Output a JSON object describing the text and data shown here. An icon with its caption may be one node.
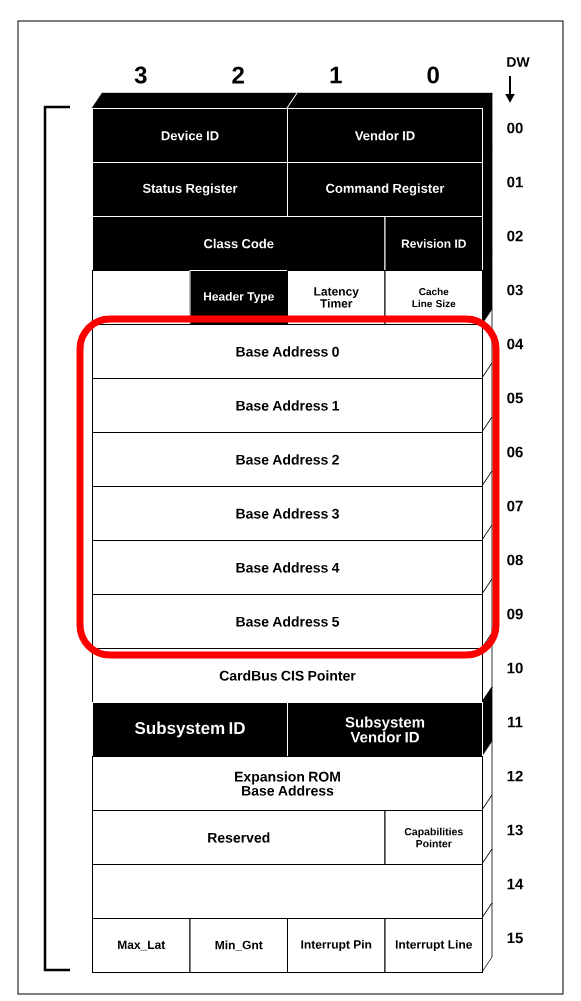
{
  "diagram": {
    "nodes": [
      {
        "text": [
          "Device ID"
        ]
      },
      {
        "text": [
          "Vendor ID"
        ]
      },
      {
        "text": [
          "Status Register"
        ]
      },
      {
        "text": [
          "Command Register"
        ]
      },
      {
        "text": [
          "Class Code"
        ]
      },
      {
        "text": [
          "Revision ID"
        ]
      },
      {
        "text": [],
        "shape": "box"
      },
      {
        "text": [
          "Header Type"
        ]
      },
      {
        "text": [
          "Latency Timer"
        ]
      },
      {
        "text": [
          "Cache Line Size"
        ]
      },
      {
        "text": [
          "Base Address 0"
        ]
      },
      {
        "text": [
          "Base Address 1"
        ]
      },
      {
        "text": [
          "Base Address 2"
        ]
      },
      {
        "text": [
          "Base Address 3"
        ]
      },
      {
        "text": [
          "Base Address 4"
        ]
      },
      {
        "text": [
          "Base Address 5"
        ]
      },
      {
        "text": [
          "CardBus CIS Pointer"
        ]
      },
      {
        "text": [
          "Subsystem ID"
        ]
      },
      {
        "text": [
          "Subsystem Vendor ID"
        ]
      },
      {
        "text": [
          "Expansion ROM Base Address"
        ]
      },
      {
        "text": [
          "Reserved"
        ]
      },
      {
        "text": [
          "Capabilities Pointer"
        ]
      },
      {
        "text": [],
        "shape": "box"
      },
      {
        "text": [
          "Max_Lat"
        ]
      },
      {
        "text": [
          "Min_Gnt"
        ]
      },
      {
        "text": [
          "Interrupt Pin"
        ]
      },
      {
        "text": [
          "Interrupt Line"
        ]
      }
    ],
    "labels": [
      "3",
      "2",
      "1",
      "0",
      "DW",
      "00",
      "01",
      "02",
      "03",
      "04",
      "05",
      "06",
      "07",
      "08",
      "09",
      "10",
      "11",
      "12",
      "13",
      "14",
      "15"
    ]
  }
}
